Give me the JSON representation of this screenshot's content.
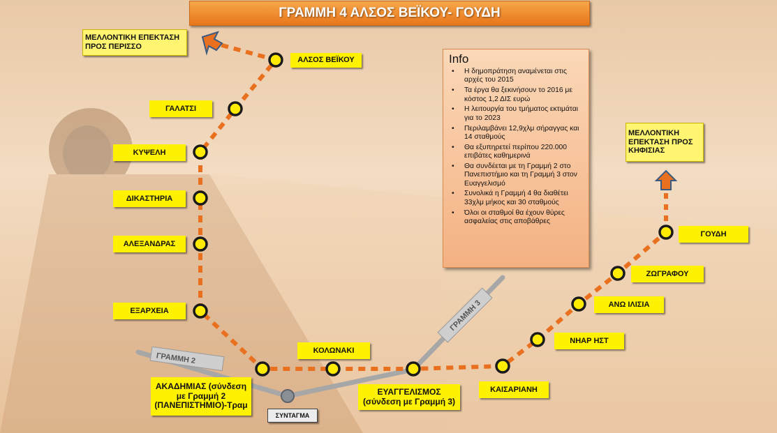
{
  "title": "ΓΡΑΜΜΗ 4  ΑΛΣΟΣ ΒΕΪΚΟΥ- ΓΟΥΔΗ",
  "future_extension_west": "ΜΕΛΛΟΝΤΙΚΗ ΕΠΕΚΤΑΣΗ ΠΡΟΣ ΠΕΡΙΣΣΟ",
  "future_extension_east": "ΜΕΛΛΟΝΤΙΚΗ ΕΠΕΚΤΑΣΗ ΠΡΟΣ ΚΗΦΙΣΙΑΣ",
  "stations": {
    "alsos": "ΑΛΣΟΣ ΒΕΪΚΟΥ",
    "galatsi": "ΓΑΛΑΤΣΙ",
    "kypseli": "ΚΥΨΕΛΗ",
    "dikastiria": "ΔΙΚΑΣΤΗΡΙΑ",
    "alexandras": "ΑΛΕΞΑΝΔΡΑΣ",
    "exarcheia": "ΕΞΑΡΧΕΙΑ",
    "akadimias": "ΑΚΑΔΗΜΙΑΣ (σύνδεση με Γραμμή 2 (ΠΑΝΕΠΙΣΤΗΜΙΟ)-Τραμ",
    "kolonaki": "ΚΟΛΩΝΑΚΙ",
    "evangelismos": "ΕΥΑΓΓΕΛΙΣΜΟΣ (σύνδεση με Γραμμή 3)",
    "kaisariani": "ΚΑΙΣΑΡΙΑΝΗ",
    "nirist": "ΝΗΑΡ ΗΣΤ",
    "ano_ilisia": "ΑΝΩ ΙΛΙΣΙΑ",
    "zografou": "ΖΩΓΡΑΦΟΥ",
    "goudi": "ΓΟΥΔΗ",
    "syntagma": "ΣΥΝΤΑΓΜΑ"
  },
  "lines": {
    "line2": "ΓΡΑΜΜΗ 2",
    "line3": "ΓΡΑΜΜΗ 3"
  },
  "colors": {
    "line4": "#e8701e",
    "station_fill": "#ffec00",
    "label_fill": "#fff200",
    "other_lines": "#a7a7a7"
  },
  "info": {
    "heading": "Info",
    "items": [
      "Η δημοπράτηση αναμένεται στις αρχές του 2015",
      "Τα έργα θα ξεκινήσουν το 2016 με κόστος 1,2 ΔΙΣ ευρώ",
      "Η λειτουργία του τμήματος εκτιμάται για το 2023",
      "Περιλαμβάνει 12,9χλμ σήραγγας και 14 σταθμούς",
      "Θα εξυπηρετεί περίπου 220.000 επιβάτες καθημερινά",
      "Θα συνδέεται με τη Γραμμή 2 στο Πανεπιστήμιο και τη Γραμμή 3 στον Ευαγγελισμό",
      "Συνολικά η Γραμμή 4 θα διαθέτει 33χλμ μήκος και 30 σταθμούς",
      "Όλοι οι σταθμοί θα έχουν θύρες ασφαλείας στις αποβάθρες"
    ]
  }
}
